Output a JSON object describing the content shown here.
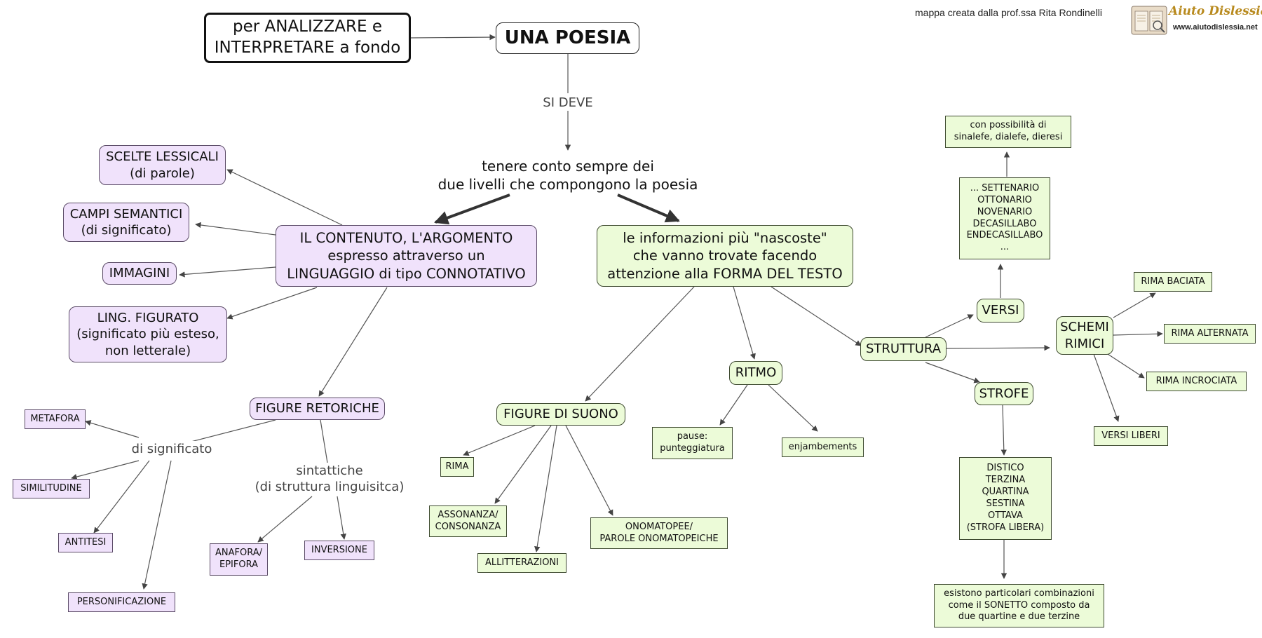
{
  "credit": "mappa creata dalla prof.ssa Rita Rondinelli",
  "logo": {
    "title": "Aiuto Dislessia",
    "url": "www.aiutodislessia.net"
  },
  "nodes": {
    "analizzare": "per ANALIZZARE e\nINTERPRETARE a fondo",
    "poesia": "UNA POESIA",
    "si_deve": "SI DEVE",
    "tenere": "tenere conto sempre dei\ndue livelli che compongono la poesia",
    "contenuto": "IL CONTENUTO, L'ARGOMENTO\nespresso attraverso un\nLINGUAGGIO di tipo CONNOTATIVO",
    "scelte": "SCELTE LESSICALI\n(di parole)",
    "campi": "CAMPI SEMANTICI\n(di significato)",
    "immagini": "IMMAGINI",
    "ling_figurato": "LING. FIGURATO\n(significato più esteso,\nnon letterale)",
    "figure_retoriche": "FIGURE RETORICHE",
    "di_significato": "di significato",
    "sintattiche": "sintattiche\n(di struttura linguisitca)",
    "metafora": "METAFORA",
    "similitudine": "SIMILITUDINE",
    "antitesi": "ANTITESI",
    "personificazione": "PERSONIFICAZIONE",
    "anafora": "ANAFORA/\nEPIFORA",
    "inversione": "INVERSIONE",
    "informazioni": "le informazioni più \"nascoste\"\nche vanno trovate facendo\nattenzione alla FORMA DEL TESTO",
    "figure_suono": "FIGURE DI SUONO",
    "rima": "RIMA",
    "assonanza": "ASSONANZA/\nCONSONANZA",
    "allitterazioni": "ALLITTERAZIONI",
    "onomatopee": "ONOMATOPEE/\nPAROLE ONOMATOPEICHE",
    "ritmo": "RITMO",
    "pause": "pause:\npunteggiatura",
    "enjambements": "enjambements",
    "struttura": "STRUTTURA",
    "versi": "VERSI",
    "tipi_versi": "... SETTENARIO\nOTTONARIO\nNOVENARIO\nDECASILLABO\nENDECASILLABO\n...",
    "possibilita": "con possibilità di\nsinalefe, dialefe, dieresi",
    "strofe": "STROFE",
    "tipi_strofe": "DISTICO\nTERZINA\nQUARTINA\nSESTINA\nOTTAVA\n(STROFA LIBERA)",
    "sonetto": "esistono particolari combinazioni\ncome il SONETTO composto da\ndue quartine e due terzine",
    "schemi": "SCHEMI\nRIMICI",
    "rima_baciata": "RIMA BACIATA",
    "rima_alternata": "RIMA ALTERNATA",
    "rima_incrociata": "RIMA INCROCIATA",
    "versi_liberi": "VERSI LIBERI"
  },
  "colors": {
    "content_fill": "#f0e2fb",
    "form_fill": "#ecfbd8",
    "edge": "#444444"
  }
}
